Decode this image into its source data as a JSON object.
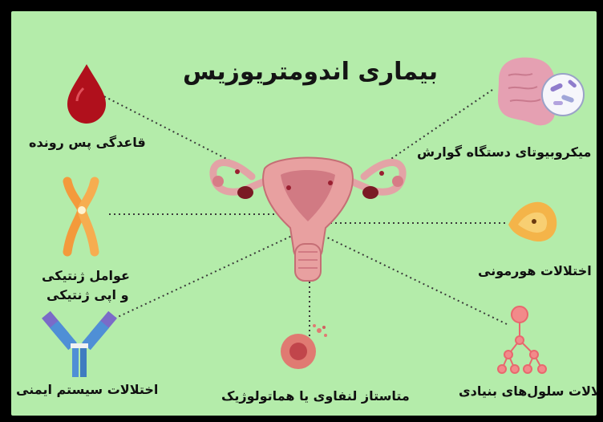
{
  "title": "بیماری اندومتریوزیس",
  "labels": {
    "retrograde": "قاعدگی پس رونده",
    "microbiota": "میکروبیوتای دستگاه گوارش",
    "genetic_1": "عوامل ژنتیکی",
    "genetic_2": "و اپی ژنتیکی",
    "hormonal": "اختلالات هورمونی",
    "immune": "اختلالات سیستم ایمنی",
    "metastasis": "متاستاز لنفاوی یا هماتولوژیک",
    "stem_cells": "اختلالات سلول‌های بنیادی"
  },
  "colors": {
    "background": "#b4ecaa",
    "frame": "#000000",
    "uterus": "#e8a0a0",
    "blood": "#b0101c",
    "chromosome": "#f39a3c",
    "antibody_blue": "#4f8fd6",
    "antibody_purple": "#7a6bc8",
    "stem_cell": "#e8686e"
  },
  "icons": [
    "blood-drop-icon",
    "chromosome-icon",
    "antibody-icon",
    "lymph-cell-icon",
    "stem-cell-tree-icon",
    "gland-icon",
    "intestine-icon",
    "microbe-icon",
    "uterus-icon"
  ]
}
